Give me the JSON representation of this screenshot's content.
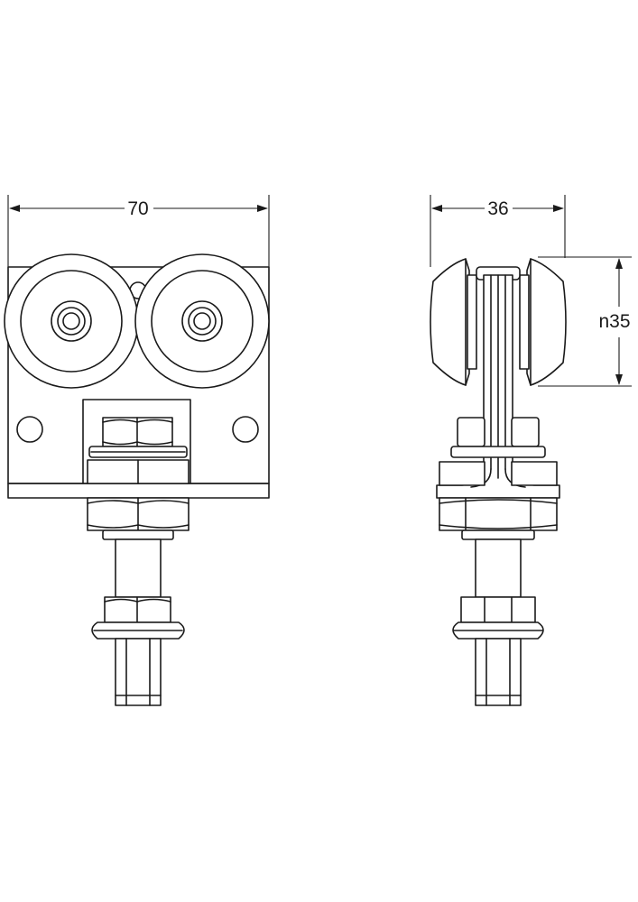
{
  "dimensions": {
    "width_front": "70",
    "width_side": "36",
    "wheel_diameter": "n35"
  }
}
